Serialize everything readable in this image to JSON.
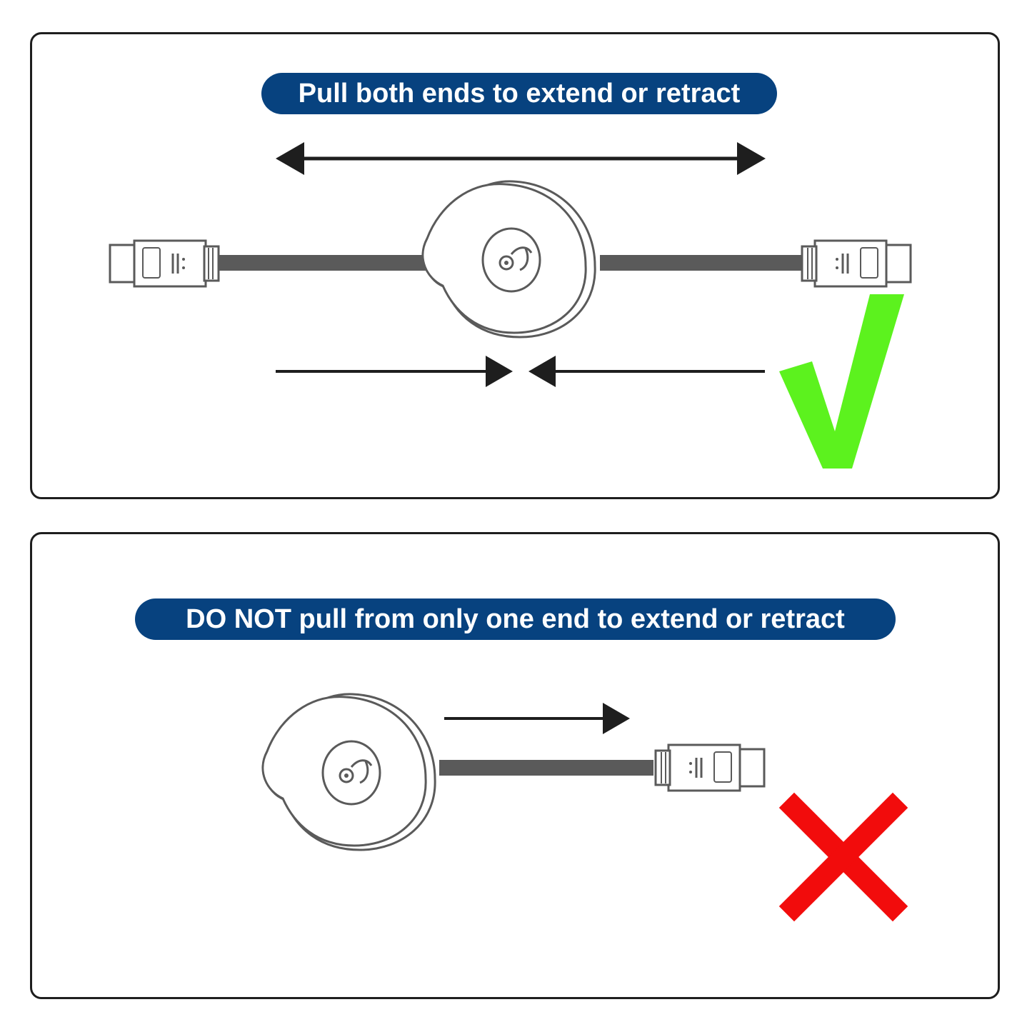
{
  "colors": {
    "banner_bg": "#07427f",
    "banner_text": "#ffffff",
    "outline": "#5a5a5a",
    "arrow": "#1e1e1e",
    "check": "#5cf21e",
    "cross": "#f20c0c"
  },
  "panels": [
    {
      "banner": "Pull both ends to extend or retract",
      "status_icon": "checkmark-icon",
      "meaning": "correct"
    },
    {
      "banner": "DO NOT pull from only one end to extend or retract",
      "status_icon": "cross-icon",
      "meaning": "incorrect"
    }
  ]
}
